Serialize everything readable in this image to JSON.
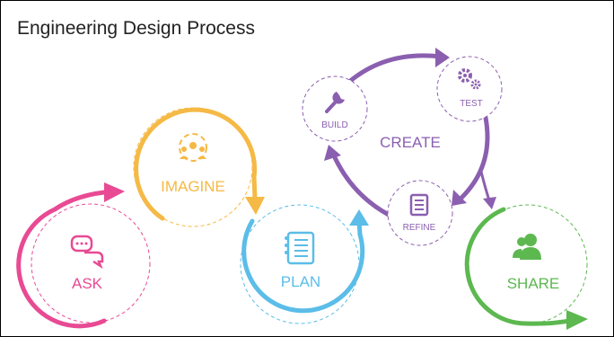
{
  "title": "Engineering Design Process",
  "stages": {
    "ask": {
      "label": "ASK",
      "color": "#e84a93",
      "icon": "chat-bubbles-icon"
    },
    "imagine": {
      "label": "IMAGINE",
      "color": "#f5b945",
      "icon": "idea-group-icon"
    },
    "plan": {
      "label": "PLAN",
      "color": "#5bbde8",
      "icon": "notebook-icon"
    },
    "create": {
      "label": "CREATE",
      "color": "#8b5fb0",
      "icon": "cycle-icon"
    },
    "share": {
      "label": "SHARE",
      "color": "#5cb84f",
      "icon": "people-icon"
    }
  },
  "create_steps": {
    "build": {
      "label": "BUILD",
      "icon": "wrench-icon"
    },
    "test": {
      "label": "TEST",
      "icon": "gears-icon"
    },
    "refine": {
      "label": "REFINE",
      "icon": "document-icon"
    }
  }
}
